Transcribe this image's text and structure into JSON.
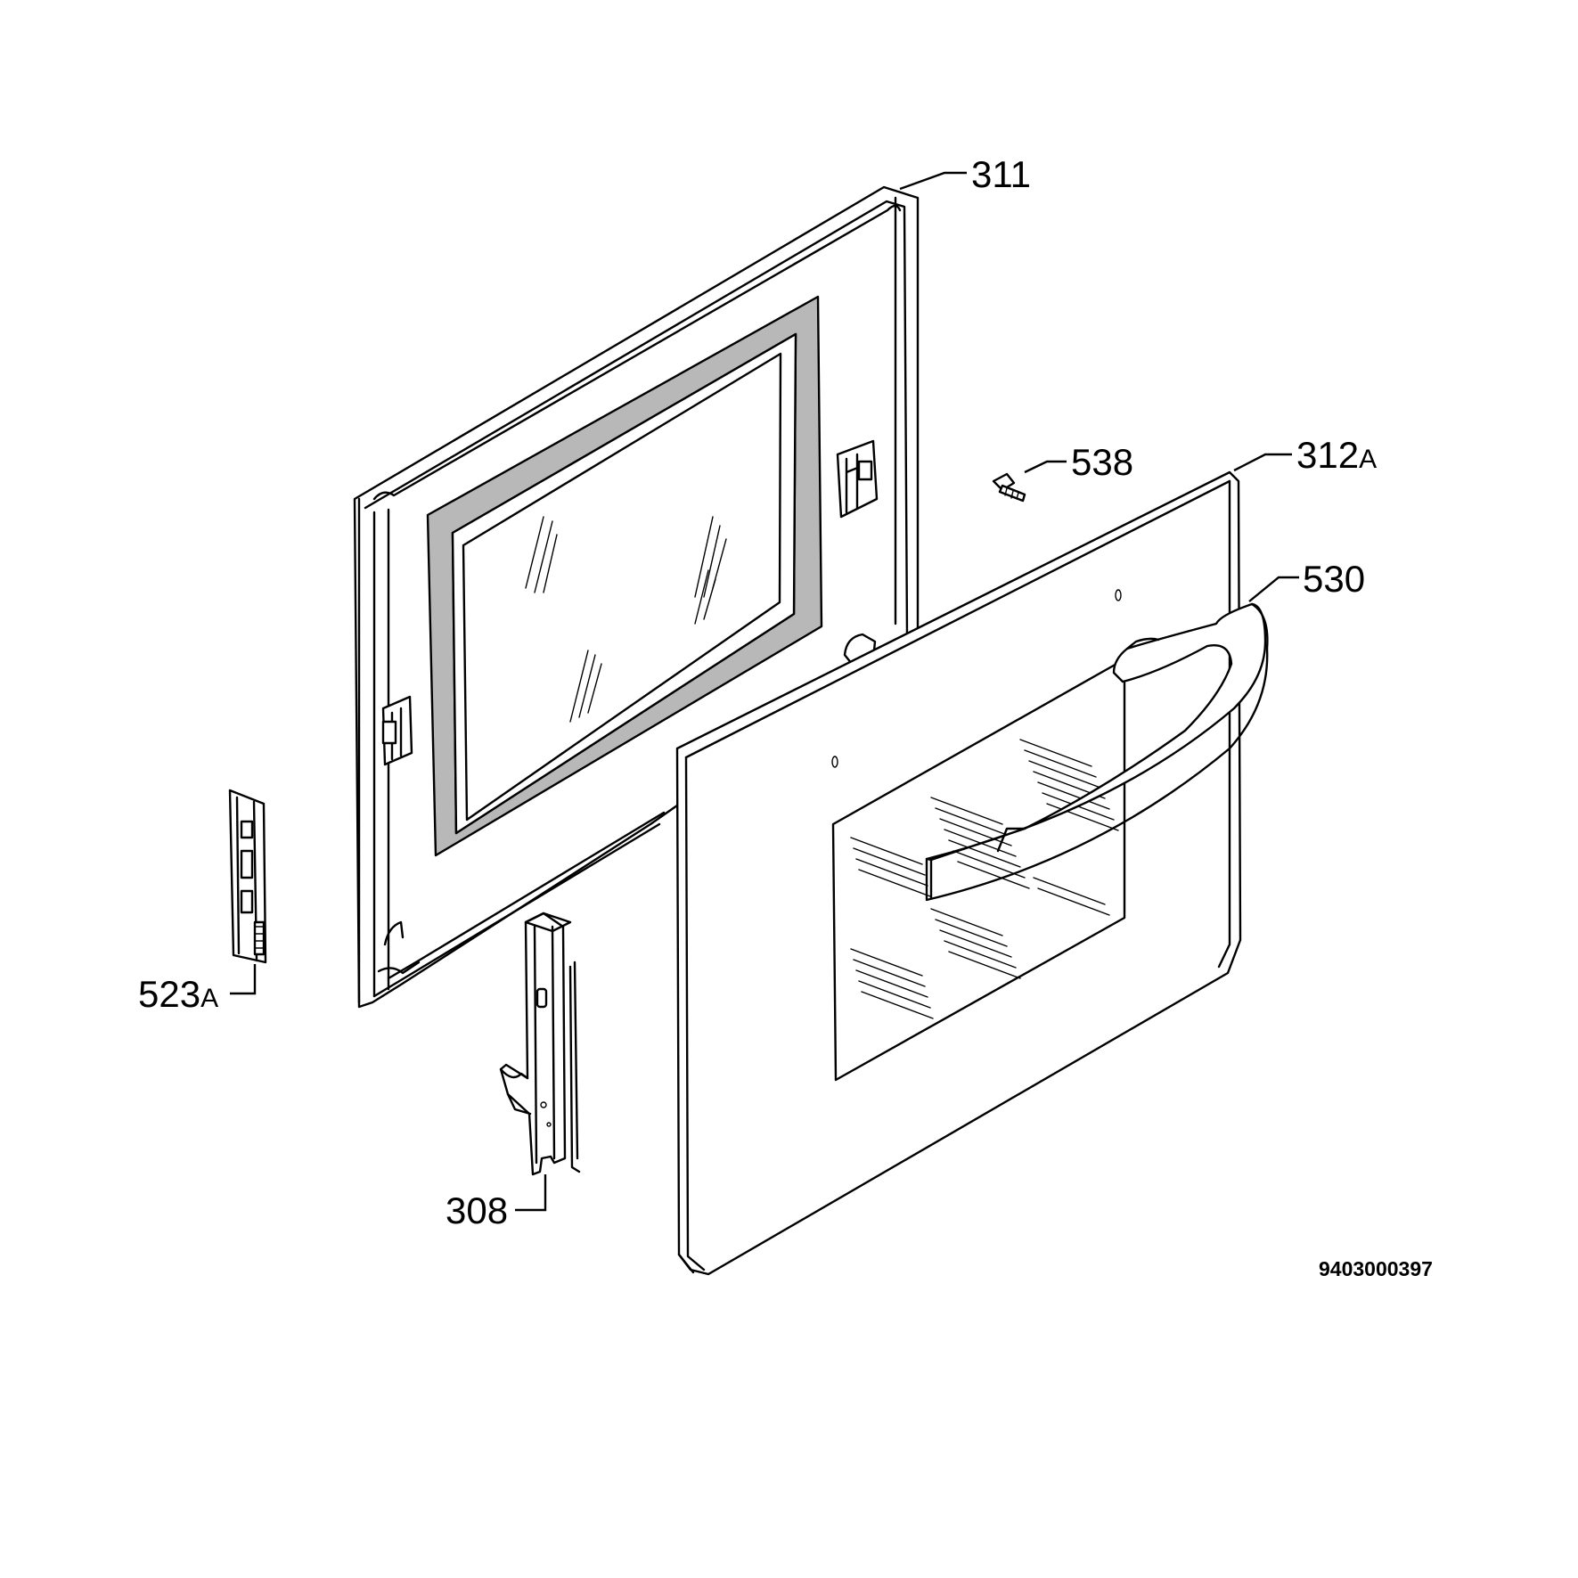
{
  "labels": {
    "p311": "311",
    "p538": "538",
    "p312_num": "312",
    "p312_suffix": "A",
    "p530": "530",
    "p523_num": "523",
    "p523_suffix": "A",
    "p308": "308"
  },
  "document_number": "9403000397"
}
